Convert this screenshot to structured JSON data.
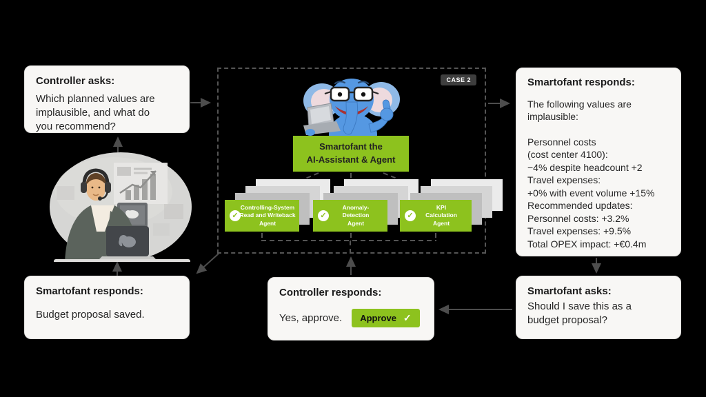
{
  "colors": {
    "accent_green": "#8dc21e",
    "badge_bg": "#3e3e3e",
    "mascot_blue": "#5598e2"
  },
  "case_badge": "CASE 2",
  "bubbles": {
    "controller_asks": {
      "title": "Controller asks:",
      "body": "Which planned values are\nimplausible, and what do\nyou recommend?"
    },
    "smartofant_responds": {
      "title": "Smartofant responds:",
      "intro": "The following values are\nimplausible:",
      "details": "Personnel costs\n(cost center 4100):\n−4% despite headcount +2\nTravel expenses:\n+0% with event volume +15%\nRecommended updates:\nPersonnel costs: +3.2%\nTravel expenses: +9.5%\nTotal OPEX impact: +€0.4m"
    },
    "smartofant_asks": {
      "title": "Smartofant asks:",
      "body": "Should I save this as a\nbudget proposal?"
    },
    "controller_responds": {
      "title": "Controller responds:",
      "body": "Yes, approve.",
      "approve_button": "Approve",
      "approve_check": "✓"
    },
    "smartofant_saved": {
      "title": "Smartofant responds:",
      "body": "Budget proposal saved."
    }
  },
  "center": {
    "main_box": "Smartofant the\nAI-Assistant & Agent",
    "agents": [
      {
        "label": "Controlling-System\nRead and Writeback\nAgent",
        "check": "✓"
      },
      {
        "label": "Anomaly-\nDetection\nAgent",
        "check": "✓"
      },
      {
        "label": "KPI\nCalculation\nAgent",
        "check": "✓"
      }
    ]
  }
}
